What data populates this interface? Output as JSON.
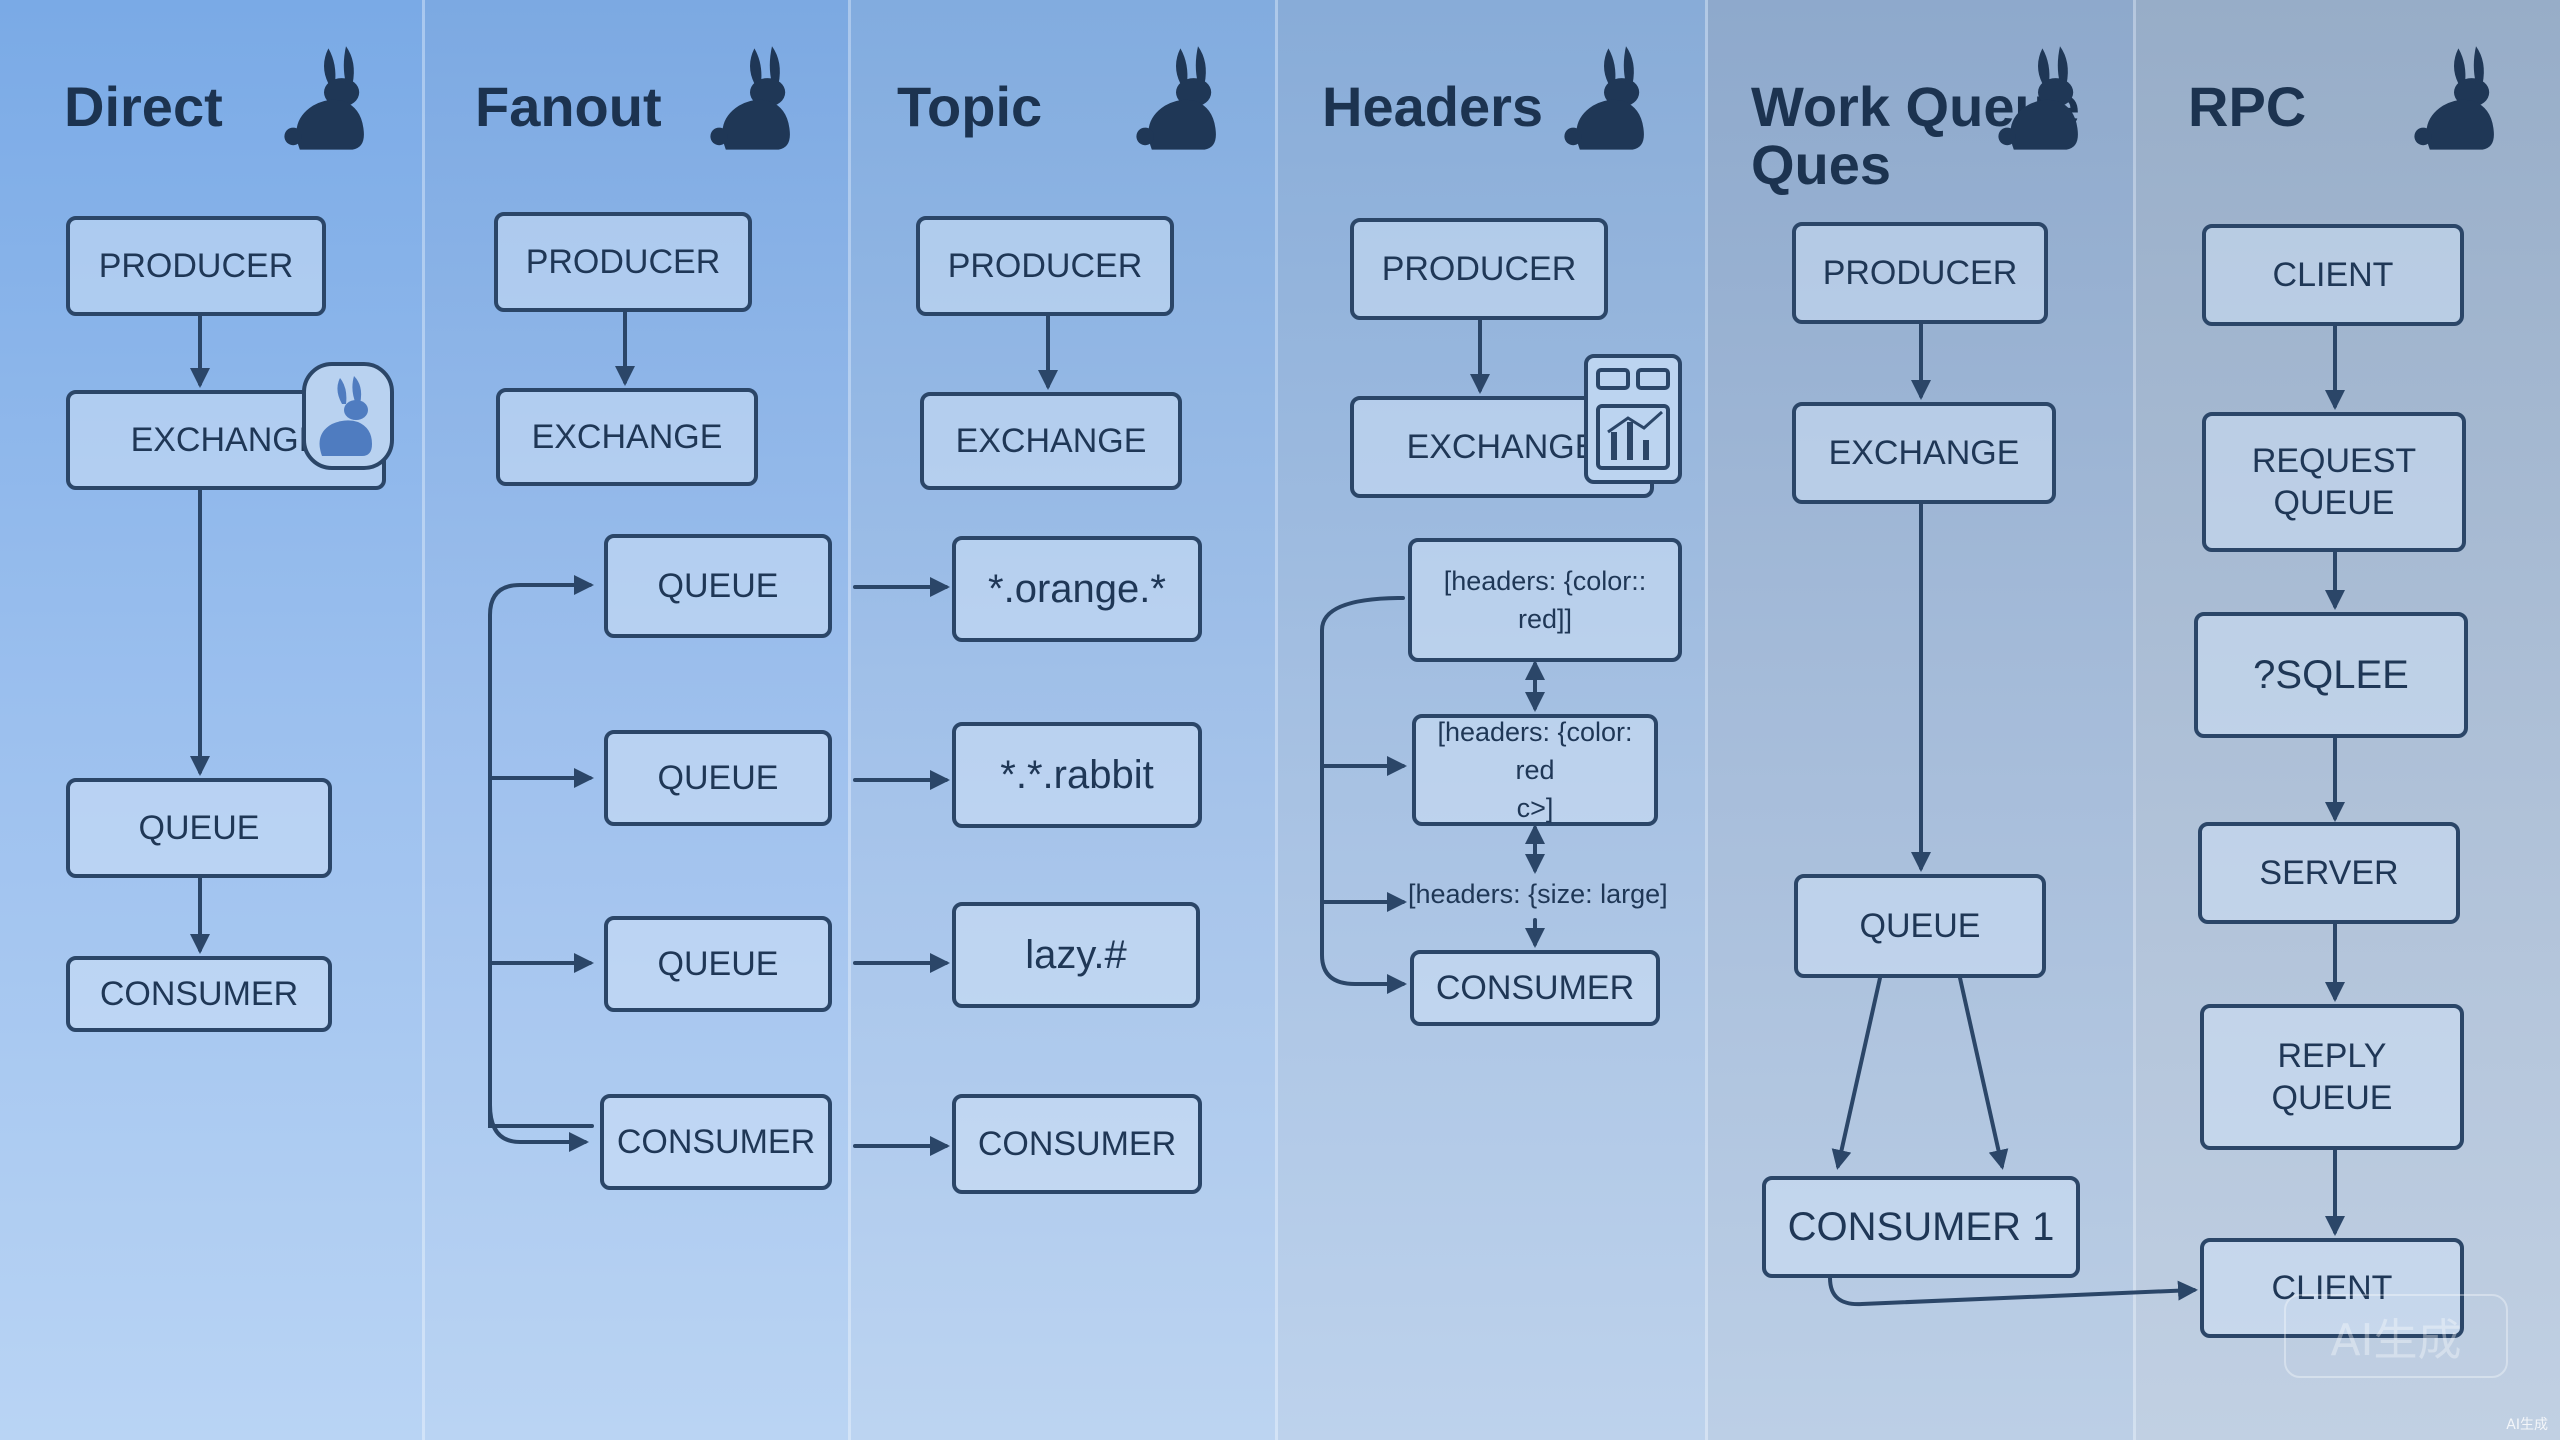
{
  "columns": [
    {
      "title": "Direct",
      "boxes": [
        "PRODUCER",
        "EXCHANGE",
        "QUEUE",
        "CONSUMER"
      ]
    },
    {
      "title": "Fanout",
      "boxes": [
        "PRODUCER",
        "EXCHANGE",
        "QUEUE",
        "QUEUE",
        "QUEUE",
        "CONSUMER"
      ]
    },
    {
      "title": "Topic",
      "boxes": [
        "PRODUCER",
        "EXCHANGE",
        "*.orange.*",
        "*.*.rabbit",
        "lazy.#",
        "CONSUMER"
      ]
    },
    {
      "title": "Headers",
      "boxes": [
        "PRODUCER",
        "EXCHANGE",
        "[headers: {color::\nred]]",
        "[headers: {color: red\nc>]",
        "[headers: {size: large]",
        "CONSUMER"
      ]
    },
    {
      "title": "Work Queue\nQues",
      "boxes": [
        "PRODUCER",
        "EXCHANGE",
        "QUEUE",
        "CONSUMER 1"
      ]
    },
    {
      "title": "RPC",
      "boxes": [
        "CLIENT",
        "REQUEST\nQUEUE",
        "?SQLEE",
        "SERVER",
        "REPLY\nQUEUE",
        "CLIENT"
      ]
    }
  ],
  "watermark": {
    "main": "AI生成",
    "small": "AI生成"
  },
  "colors": {
    "ink": "#2b4668",
    "rabbit": "#1f3756",
    "accent_rabbit": "#4f7cc0"
  },
  "icons": [
    "rabbit-icon",
    "rabbit-badge-icon",
    "dashboard-icon"
  ]
}
